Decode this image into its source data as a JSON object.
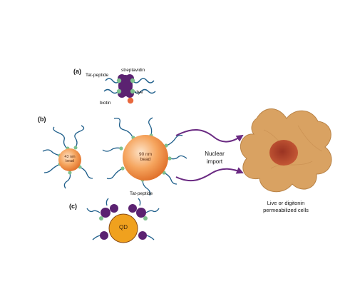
{
  "panels": {
    "a": "(a)",
    "b": "(b)",
    "c": "(c)"
  },
  "panel_a": {
    "tat_peptide": "Tat-peptide",
    "streptavidin": "streptavidin",
    "dye": "dye",
    "biotin": "biotin"
  },
  "panel_b": {
    "bead_small": {
      "size": "43 nm",
      "word": "bead"
    },
    "bead_large": {
      "size": "90 nm",
      "word": "bead"
    },
    "tat_peptide": "Tat-peptide"
  },
  "panel_c": {
    "qd": "QD"
  },
  "arrows": {
    "line1": "Nuclear",
    "line2": "import"
  },
  "cell": {
    "line1": "Live or digitonin",
    "line2": "permeabilized cells"
  },
  "colors": {
    "peptide": "#1f5f8b",
    "linker": "#7ec08e",
    "streptavidin": "#5b2271",
    "dye": "#e8683d",
    "bead": "#f29a4f",
    "qd": "#f0a11e",
    "cell": "#d9a262",
    "nucleus": "#b94a2e",
    "arrow": "#6a2a82"
  }
}
